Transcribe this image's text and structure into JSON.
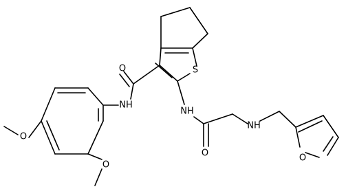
{
  "molecule": {
    "atoms": {
      "amide_O": "O",
      "amide_NH": "NH",
      "thiophene_S": "S",
      "amine_NH2": "NH",
      "glycine_O": "O",
      "glycine_NH": "NH",
      "furan_O": "O",
      "methoxy_O_left": "O",
      "methoxy_O_bottom": "O"
    },
    "colors": {
      "bond": "#000000",
      "label": "#000000",
      "background": "#ffffff"
    }
  }
}
